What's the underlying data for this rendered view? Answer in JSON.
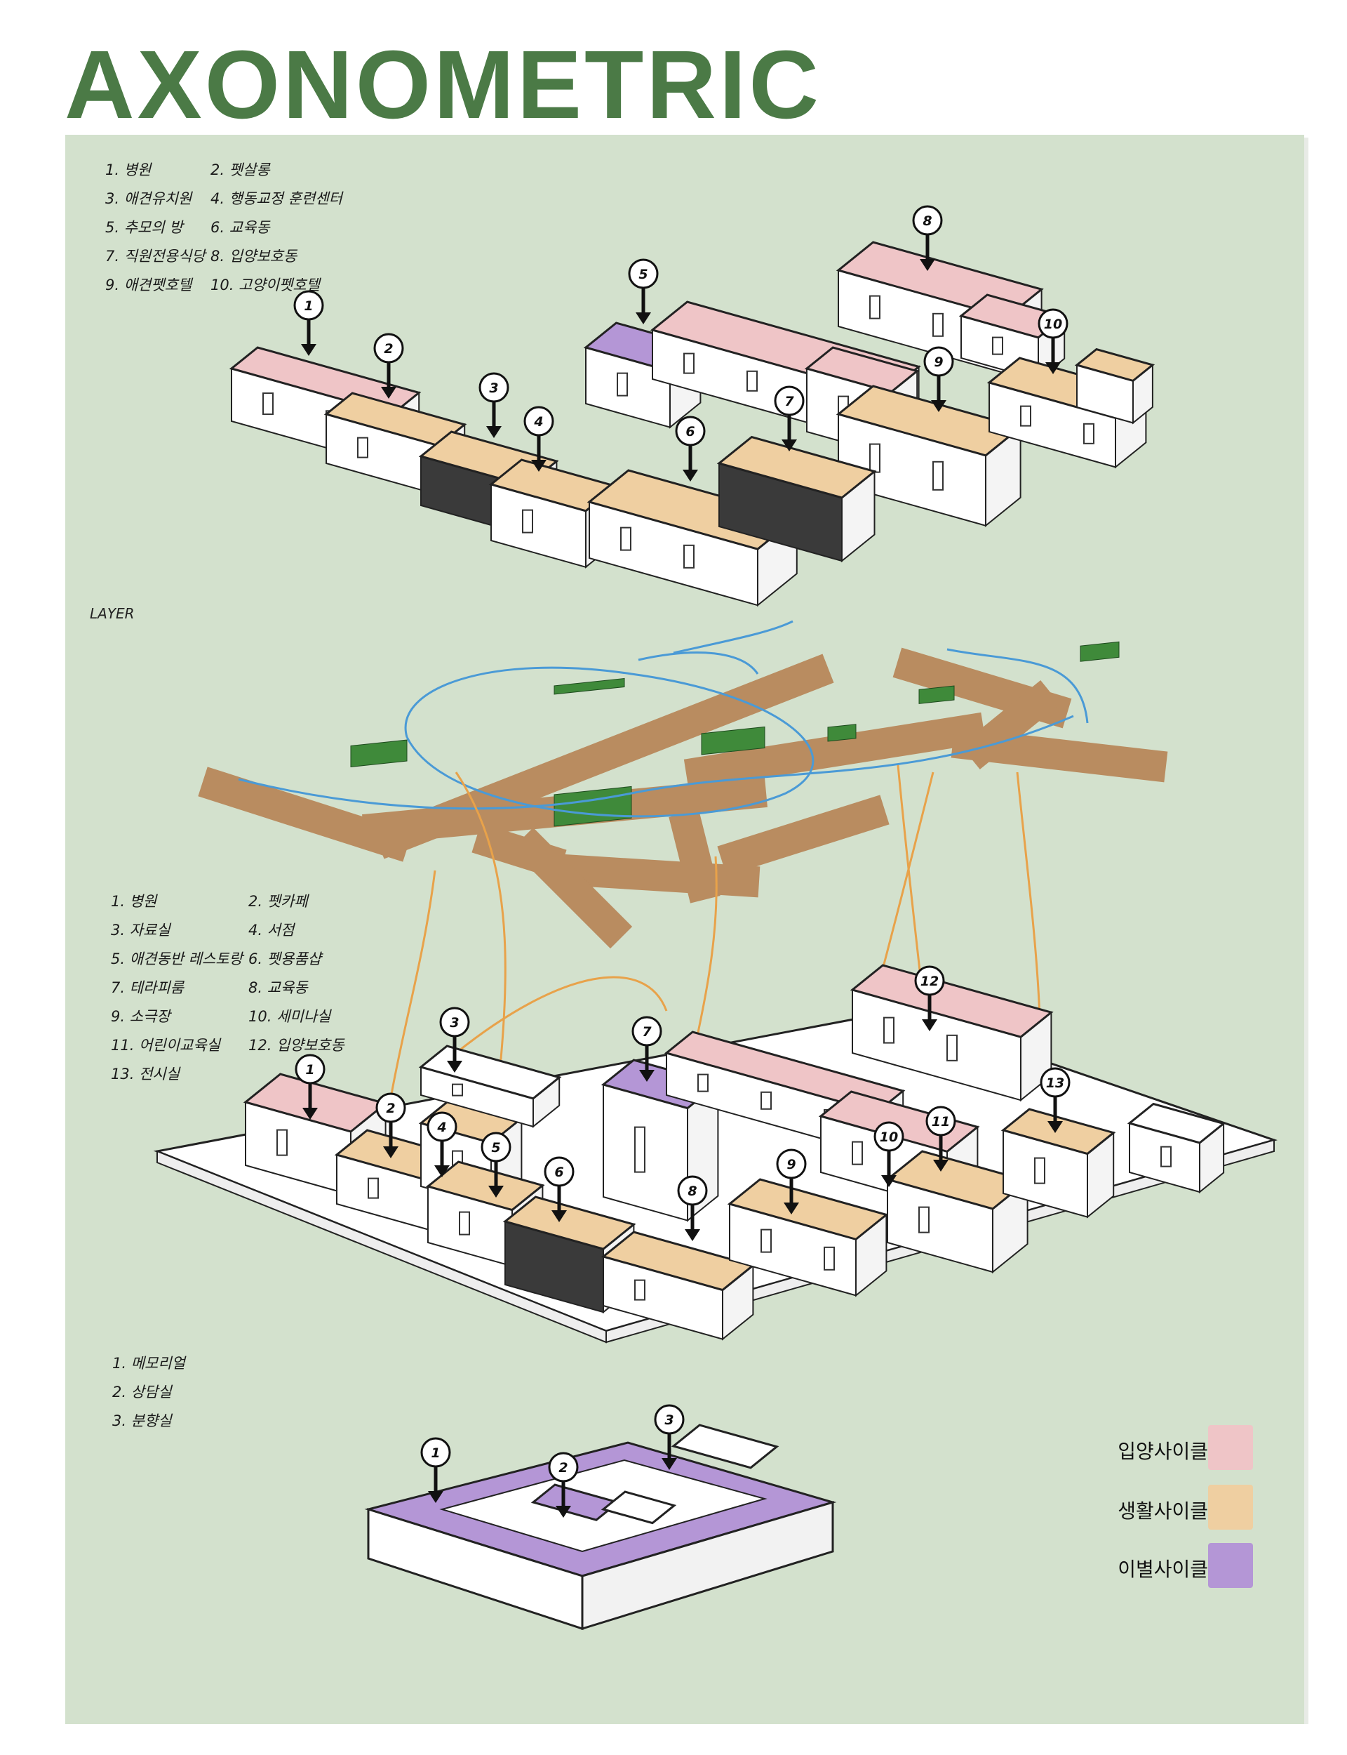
{
  "title": "AXONOMETRIC",
  "layer_label": "LAYER",
  "legend_top": [
    "1. 병원",
    "2. 펫살롱",
    "3. 애견유치원",
    "4. 행동교정 훈련센터",
    "5. 추모의 방",
    "6. 교육동",
    "7. 직원전용식당",
    "8. 입양보호동",
    "9. 애견펫호텔",
    "10. 고양이펫호텔"
  ],
  "legend_middle": [
    "1. 병원",
    "2. 펫카페",
    "3. 자료실",
    "4. 서점",
    "5. 애견동반 레스토랑",
    "6. 펫용품샵",
    "7. 테라피룸",
    "8. 교육동",
    "9. 소극장",
    "10. 세미나실",
    "11. 어린이교육실",
    "12. 입양보호동",
    "13. 전시실"
  ],
  "legend_bottom": [
    "1. 메모리얼",
    "2. 상담실",
    "3. 분향실"
  ],
  "cycle_legend": [
    {
      "label": "입양사이클",
      "color": "#efc5c7"
    },
    {
      "label": "생활사이클",
      "color": "#efcfa1"
    },
    {
      "label": "이별사이클",
      "color": "#b496d6"
    }
  ],
  "markers_top": [
    "1",
    "2",
    "3",
    "4",
    "5",
    "6",
    "7",
    "8",
    "9",
    "10"
  ],
  "markers_middle": [
    "1",
    "2",
    "3",
    "4",
    "5",
    "6",
    "7",
    "8",
    "9",
    "10",
    "11",
    "12",
    "13"
  ],
  "markers_bottom": [
    "1",
    "2",
    "3"
  ],
  "colors": {
    "pink": "#efc5c7",
    "tan": "#efcfa1",
    "purple": "#b496d6",
    "plan": "#b98c60",
    "grass": "#3f8a3a",
    "path_blue": "#4a9ad6",
    "path_orange": "#e8a24a",
    "title": "#4b7a46",
    "panel": "#d3e1cd"
  }
}
